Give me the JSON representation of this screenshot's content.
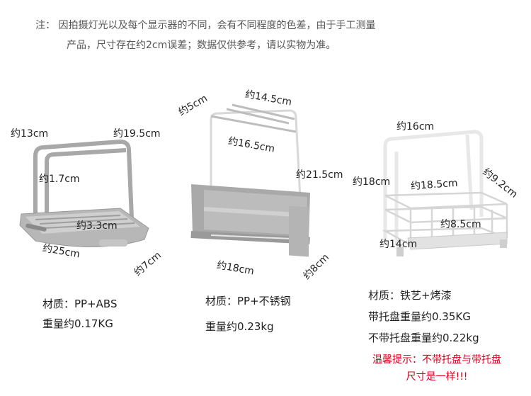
{
  "note": {
    "line1": "注：  因拍摄灯光以及每个显示器的不同，会有不同程度的色差，由于手工测量",
    "line2": "产品，尺寸存在约2cm误差；数据仅供参考，请以实物为准。"
  },
  "products": [
    {
      "dims": [
        "约13cm",
        "约19.5cm",
        "约1.7cm",
        "约3.3cm",
        "约25cm",
        "约7cm"
      ],
      "specs": [
        "材质：PP+ABS",
        "重量约0.17KG"
      ]
    },
    {
      "dims": [
        "约5cm",
        "约14.5cm",
        "约16.5cm",
        "约21.5cm",
        "约18cm",
        "约8cm"
      ],
      "specs": [
        "材质：PP+不锈钢",
        "重量约0.23kg"
      ]
    },
    {
      "dims": [
        "约16cm",
        "约18cm",
        "约18.5cm",
        "约9.2cm",
        "约8.5cm",
        "约14cm"
      ],
      "specs": [
        "材质：铁艺+烤漆",
        "带托盘重量约0.35KG",
        "不带托盘重量约0.22kg"
      ]
    }
  ],
  "warning": {
    "line1": "温馨提示：不带托盘与带托盘",
    "line2": "尺寸是一样!!!"
  },
  "colors": {
    "rack_gray": "#a8a8a8",
    "rack_light": "#c9c9c9",
    "wire_white": "#f2f2f2",
    "warning_red": "#d6001c"
  }
}
